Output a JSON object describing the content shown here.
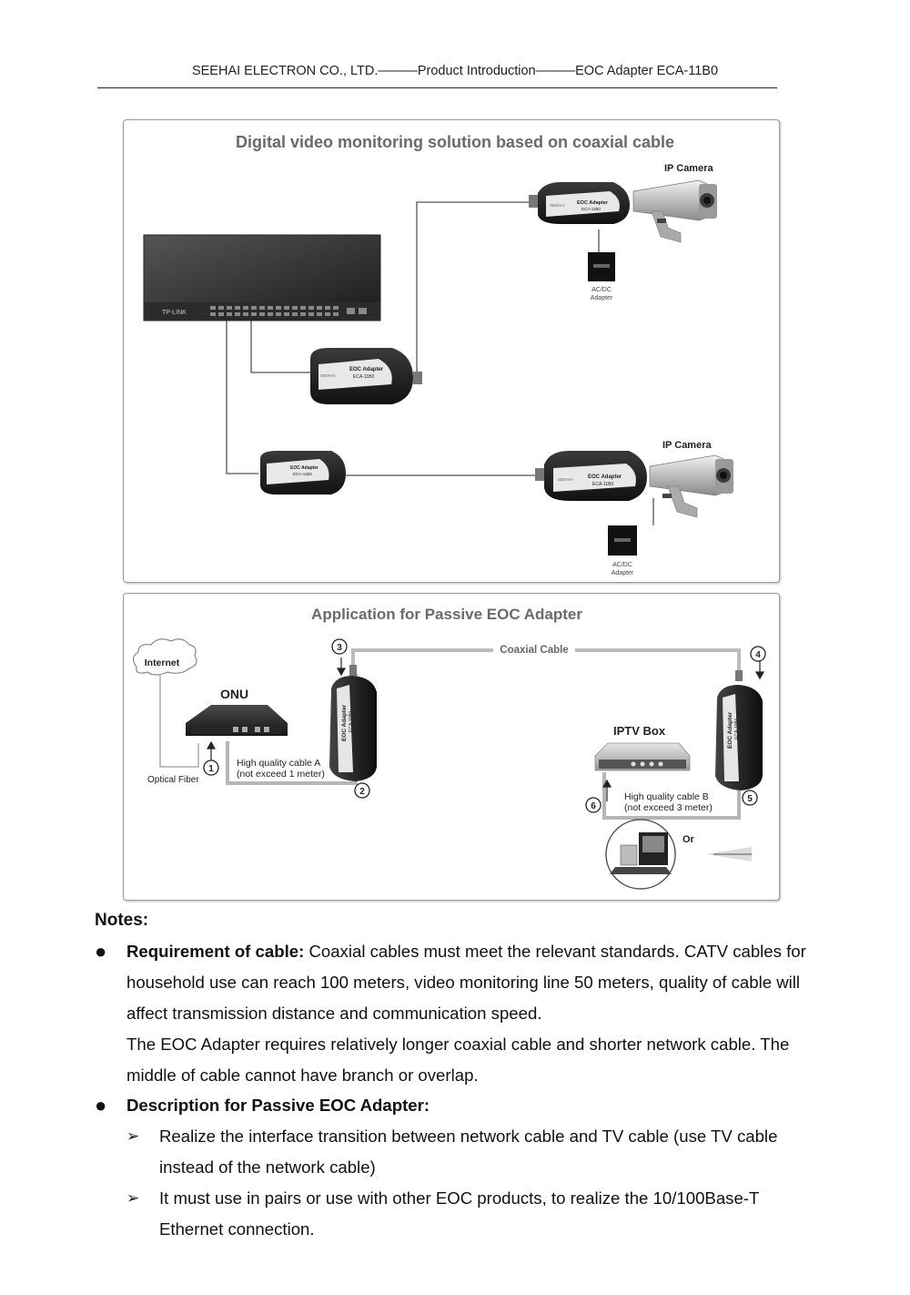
{
  "header": {
    "text": "SEEHAI ELECTRON CO., LTD.———Product Introduction———EOC Adapter ECA-11B0"
  },
  "figure1": {
    "title": "Digital video monitoring solution based on coaxial cable",
    "camera_label": "IP Camera",
    "adapter_line1": "EOC Adapter",
    "adapter_line2": "ECA-11B0",
    "brand_mark": "SEEHAI",
    "switch_brand": "TP-LINK",
    "power_line1": "AC/DC",
    "power_line2": "Adapter"
  },
  "figure2": {
    "title": "Application for Passive EOC Adapter",
    "internet": "Internet",
    "onu": "ONU",
    "optical_fiber": "Optical Fiber",
    "coaxial_cable": "Coaxial Cable",
    "cable_a_line1": "High quality cable A",
    "cable_a_line2": "(not exceed 1 meter)",
    "cable_b_line1": "High quality cable B",
    "cable_b_line2": "(not exceed 3 meter)",
    "iptv_box": "IPTV Box",
    "or": "Or",
    "adapter_line1": "EOC Adapter",
    "adapter_line2": "ECA-11B0",
    "markers": [
      "1",
      "2",
      "3",
      "4",
      "5",
      "6"
    ]
  },
  "notes": {
    "title": "Notes:",
    "bullet1_label": "Requirement of cable:",
    "bullet1_text": " Coaxial cables must meet the relevant standards. CATV cables for household use can reach 100 meters, video monitoring line 50 meters, quality of cable will affect transmission distance and communication speed.",
    "bullet1_text2": "The EOC Adapter requires relatively longer coaxial cable and shorter network cable. The middle of cable cannot have branch or overlap.",
    "bullet2_label": "Description for Passive EOC Adapter:",
    "sub1": "Realize the interface transition between network cable and TV cable (use TV cable instead of the network cable)",
    "sub2": "It must use in pairs or use with other EOC products, to realize the 10/100Base-T Ethernet connection."
  }
}
